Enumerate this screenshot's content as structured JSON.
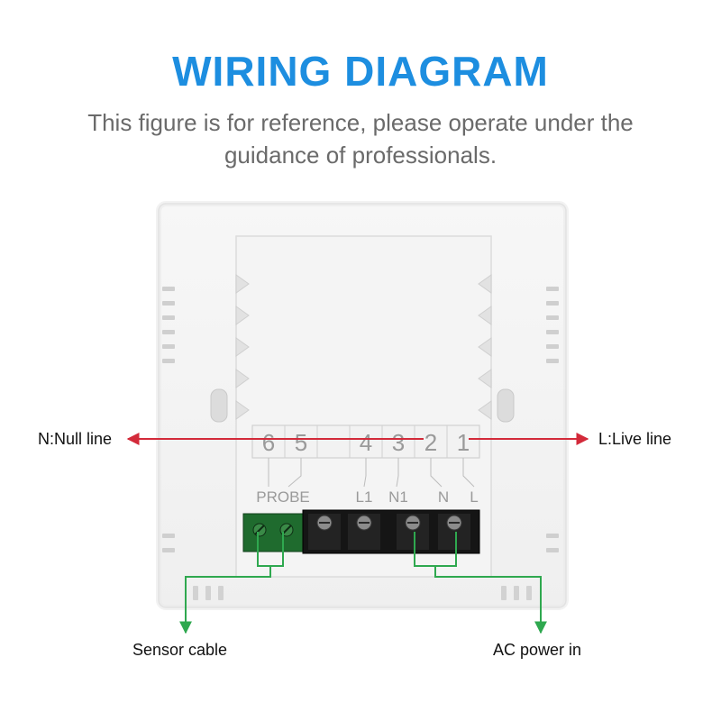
{
  "header": {
    "title": "WIRING DIAGRAM",
    "subtitle_line1": "This figure is for reference, please operate under the",
    "subtitle_line2": "guidance of professionals."
  },
  "terminals": {
    "numbers": [
      "6",
      "5",
      "4",
      "3",
      "2",
      "1"
    ],
    "labels": {
      "probe": "PROBE",
      "l1": "L1",
      "n1": "N1",
      "n": "N",
      "l": "L"
    }
  },
  "annotations": {
    "null_line": "N:Null line",
    "live_line": "L:Live line",
    "sensor_cable": "Sensor cable",
    "ac_power": "AC power in"
  },
  "colors": {
    "title": "#1d8ee0",
    "arrow_red": "#d32a3a",
    "arrow_green": "#2fa84f",
    "connector_green": "#1f6b2e"
  }
}
